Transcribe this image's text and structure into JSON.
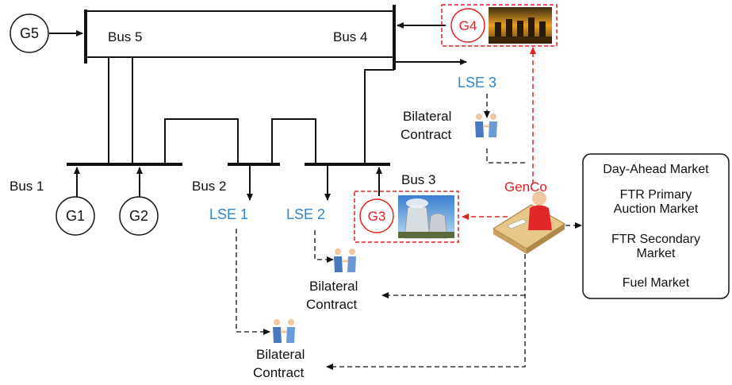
{
  "buses": {
    "bus1": "Bus 1",
    "bus2": "Bus 2",
    "bus3": "Bus 3",
    "bus4": "Bus 4",
    "bus5": "Bus 5"
  },
  "generators": {
    "g1": "G1",
    "g2": "G2",
    "g3": "G3",
    "g4": "G4",
    "g5": "G5"
  },
  "lses": {
    "lse1": "LSE 1",
    "lse2": "LSE 2",
    "lse3": "LSE 3"
  },
  "contracts": {
    "line1": "Bilateral",
    "line2": "Contract"
  },
  "genco": "GenCo",
  "markets": {
    "day_ahead": "Day-Ahead Market",
    "ftr_primary_1": "FTR Primary",
    "ftr_primary_2": "Auction Market",
    "ftr_secondary_1": "FTR Secondary",
    "ftr_secondary_2": "Market",
    "fuel": "Fuel Market"
  },
  "colors": {
    "lse": "#2e86c9",
    "genco": "#e02020",
    "line": "#111111"
  }
}
